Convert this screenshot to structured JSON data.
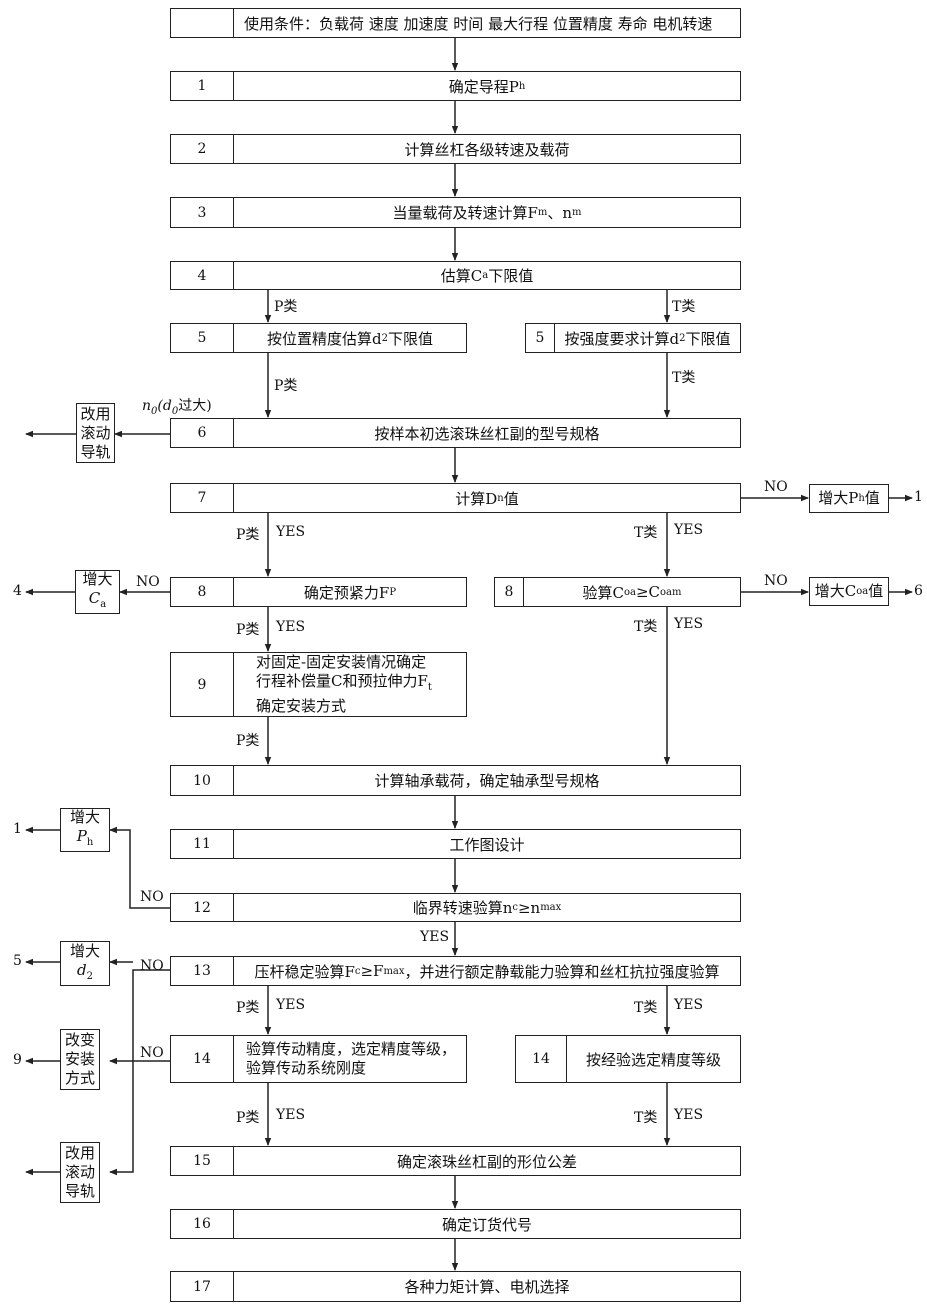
{
  "start": {
    "text": "使用条件：负载荷  速度  加速度  时间  最大行程  位置精度  寿命  电机转速"
  },
  "steps": [
    {
      "n": "1",
      "text": "确定导程P",
      "sub": "h"
    },
    {
      "n": "2",
      "text": "计算丝杠各级转速及载荷"
    },
    {
      "n": "3",
      "text": "当量载荷及转速计算F",
      "sub": "m",
      "text2": "、n",
      "sub2": "m"
    },
    {
      "n": "4",
      "text": "估算C",
      "sub": "a",
      "text2": "下限值"
    },
    {
      "n": "5",
      "text": "按位置精度估算d",
      "sub": "2",
      "text2": "下限值"
    },
    {
      "n": "5",
      "text": "按强度要求计算d",
      "sub": "2",
      "text2": "下限值"
    },
    {
      "n": "6",
      "text": "按样本初选滚珠丝杠副的型号规格"
    },
    {
      "n": "7",
      "text": "计算D",
      "sub": "n",
      "text2": "值"
    },
    {
      "n": "8",
      "text": "确定预紧力F",
      "sub": "P"
    },
    {
      "n": "8",
      "text": "验算C",
      "sub": "oa",
      "text2": "≥C",
      "sub2": "oam"
    },
    {
      "n": "9",
      "lines": [
        "对固定-固定安装情况确定",
        "行程补偿量C和预拉伸力F",
        "确定安装方式"
      ],
      "sub_line2": "t"
    },
    {
      "n": "10",
      "text": "计算轴承载荷，确定轴承型号规格"
    },
    {
      "n": "11",
      "text": "工作图设计"
    },
    {
      "n": "12",
      "text": "临界转速验算n",
      "sub": "c",
      "text2": "≥n",
      "sub2": "max"
    },
    {
      "n": "13",
      "text": "压杆稳定验算F",
      "sub": "c",
      "text2": "≥F",
      "sub2": "max",
      "text3": "，并进行额定静载能力验算和丝杠抗拉强度验算"
    },
    {
      "n": "14",
      "lines": [
        "验算传动精度，选定精度等级，",
        "验算传动系统刚度"
      ]
    },
    {
      "n": "14",
      "text": "按经验选定精度等级"
    },
    {
      "n": "15",
      "text": "确定滚珠丝杠副的形位公差"
    },
    {
      "n": "16",
      "text": "确定订货代号"
    },
    {
      "n": "17",
      "text": "各种力矩计算、电机选择"
    }
  ],
  "side_boxes": {
    "rolling_guide_1": [
      "改用",
      "滚动",
      "导轨"
    ],
    "inc_ph_7": {
      "text": "增大P",
      "sub": "h",
      "text2": "值"
    },
    "inc_ca": {
      "line1": "增大",
      "line2": "C",
      "sub": "a"
    },
    "inc_coa": {
      "text": "增大C",
      "sub": "oa",
      "text2": "值"
    },
    "inc_ph_11": {
      "line1": "增大",
      "line2": "P",
      "sub": "h"
    },
    "inc_d2": {
      "line1": "增大",
      "line2": "d",
      "sub": "2"
    },
    "change_mount": [
      "改变",
      "安装",
      "方式"
    ],
    "rolling_guide_2": [
      "改用",
      "滚动",
      "导轨"
    ]
  },
  "labels": {
    "p_class": "P类",
    "t_class": "T类",
    "yes": "YES",
    "no": "NO",
    "n0_prefix": "n",
    "n0_sub": "0",
    "n0_mid": "(d",
    "n0_sub2": "0",
    "n0_suffix": "过大)",
    "ret_1a": "1",
    "ret_6": "6",
    "ret_4": "4",
    "ret_1b": "1",
    "ret_5": "5",
    "ret_9": "9"
  }
}
